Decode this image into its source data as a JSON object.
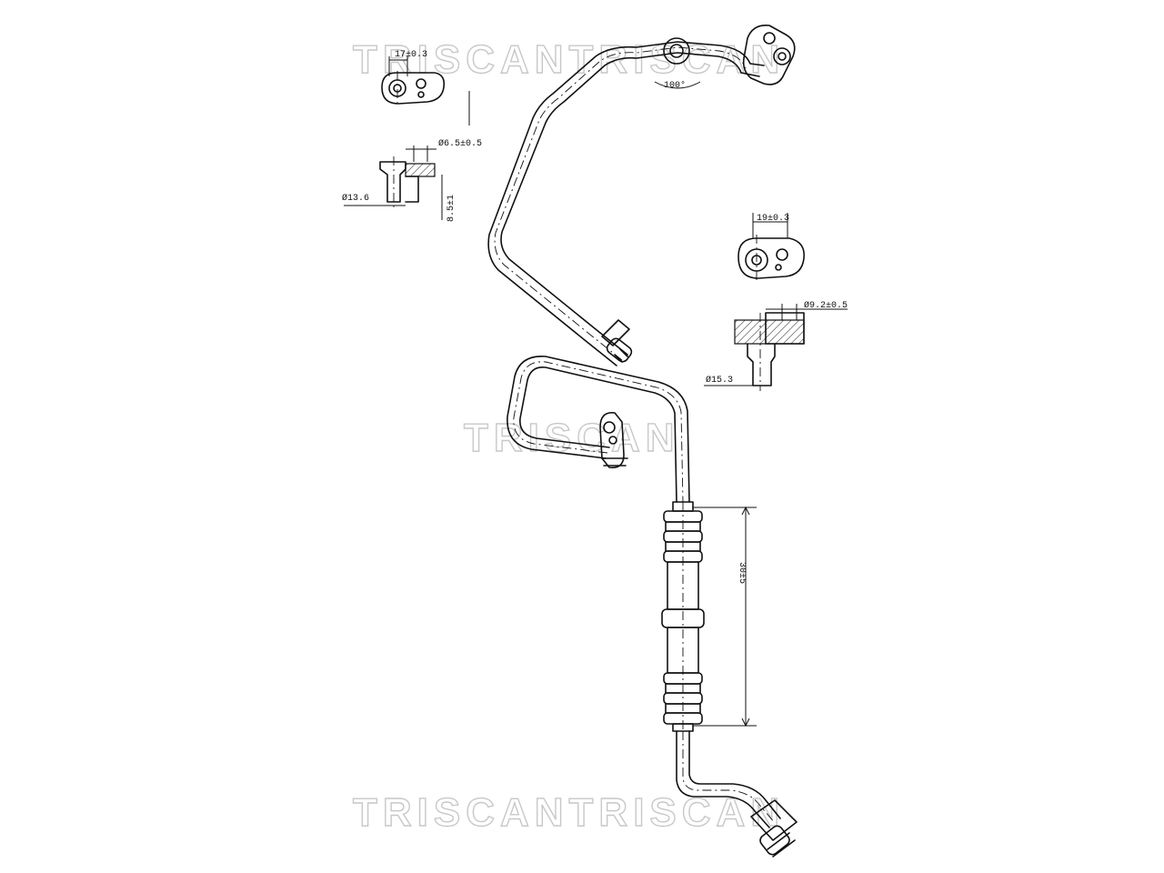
{
  "watermarks": {
    "top": "TRISCANTRISCAN",
    "middle": "TRISCAN",
    "bottom": "TRISCANTRISCAN"
  },
  "dimensions": {
    "upper_flange_width": "17±0.3",
    "upper_pipe_diameter": "Ø6.5±0.5",
    "upper_fitting_diameter": "Ø13.6",
    "upper_fitting_length": "8.5±1",
    "top_angle": "100°",
    "right_flange_width": "19±0.3",
    "right_pipe_diameter": "Ø9.2±0.5",
    "right_fitting_diameter": "Ø15.3",
    "hose_length": "30±5"
  }
}
